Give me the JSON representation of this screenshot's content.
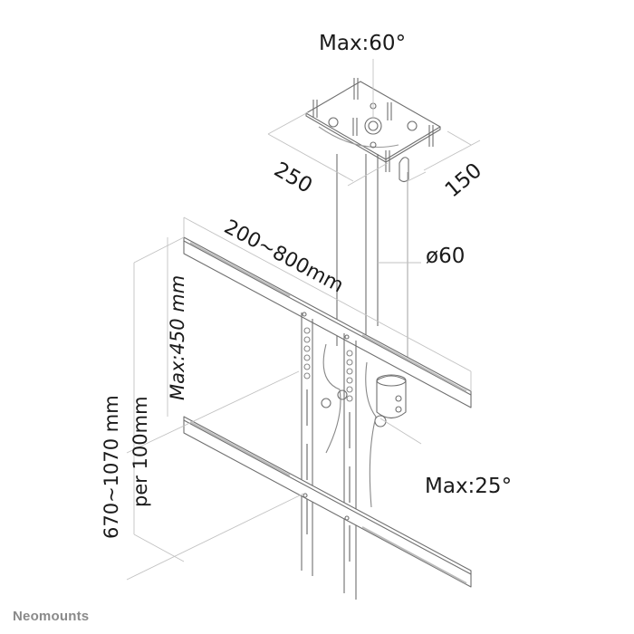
{
  "diagram": {
    "type": "technical-dimension-drawing",
    "subject": "ceiling TV mount",
    "colors": {
      "line": "#6f6f6f",
      "dim_line": "#b5b5b5",
      "text": "#1a1a1a",
      "brand": "#8a8a8a",
      "background": "#ffffff"
    },
    "labels": {
      "tilt_top": "Max:60°",
      "plate_width": "250",
      "plate_depth": "150",
      "vesa_width": "200~800mm",
      "pole_diameter": "ø60",
      "vesa_height": "Max:450 mm",
      "height_range": "670~1070 mm",
      "height_step": "per 100mm",
      "tilt_bottom": "Max:25°"
    }
  },
  "brand": {
    "name": "Neomounts"
  }
}
